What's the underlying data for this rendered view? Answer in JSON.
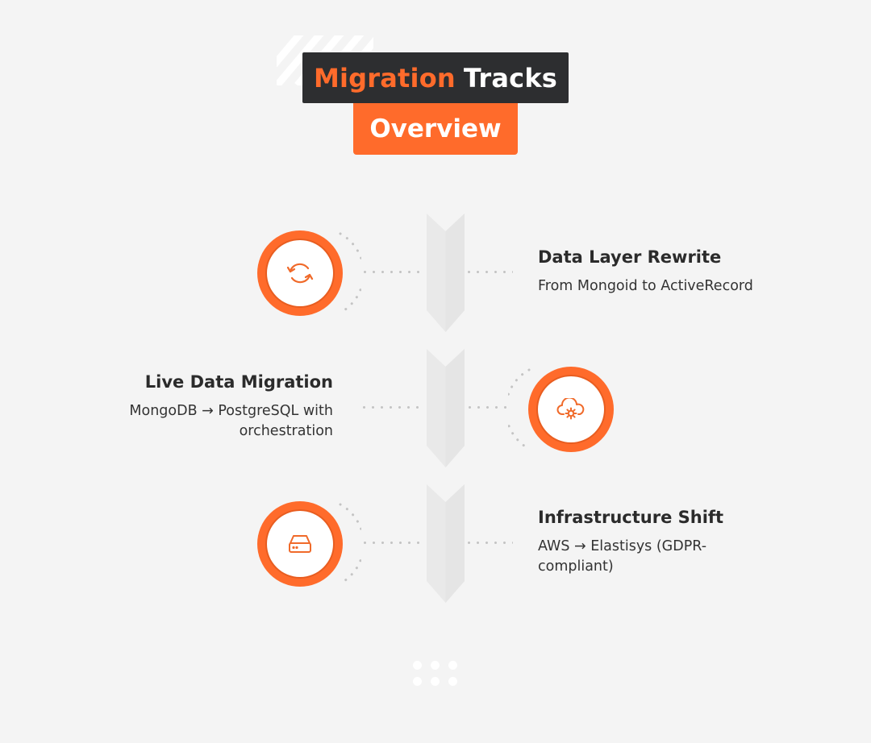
{
  "header": {
    "title_accent": "Migration",
    "title_rest": "Tracks",
    "subtitle": "Overview"
  },
  "colors": {
    "accent": "#ff6b2b",
    "dark": "#2d2e30",
    "background": "#f4f4f4",
    "chevron": "#e9e9e9",
    "dots": "#c4c4c4"
  },
  "steps": [
    {
      "title": "Data Layer Rewrite",
      "description": "From Mongoid to ActiveRecord",
      "icon": "refresh-icon",
      "side": "right"
    },
    {
      "title": "Live Data Migration",
      "description_line1": "MongoDB → PostgreSQL with",
      "description_line2": "orchestration",
      "icon": "cloud-gear-icon",
      "side": "left"
    },
    {
      "title": "Infrastructure Shift",
      "description_line1": "AWS → Elastisys (GDPR-",
      "description_line2": "compliant)",
      "icon": "server-drive-icon",
      "side": "right"
    }
  ]
}
